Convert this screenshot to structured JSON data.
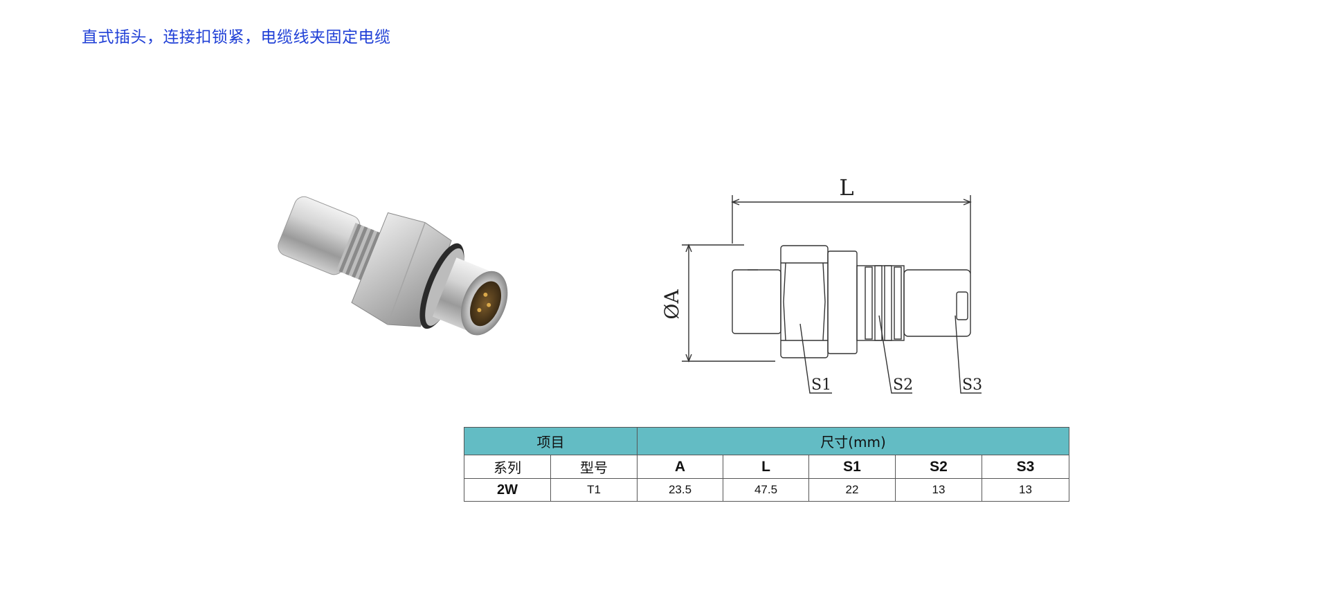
{
  "page": {
    "title": "直式插头，连接扣锁紧，电缆线夹固定电缆"
  },
  "drawing": {
    "label_length": "L",
    "label_diameter": "ØA",
    "label_s1": "S1",
    "label_s2": "S2",
    "label_s3": "S3"
  },
  "table": {
    "header_item": "项目",
    "header_dimension": "尺寸(mm)",
    "col_series": "系列",
    "col_model": "型号",
    "col_a": "A",
    "col_l": "L",
    "col_s1": "S1",
    "col_s2": "S2",
    "col_s3": "S3",
    "rows": [
      {
        "series": "2W",
        "model": "T1",
        "a": "23.5",
        "l": "47.5",
        "s1": "22",
        "s2": "13",
        "s3": "13"
      }
    ]
  },
  "colors": {
    "title": "#1f3fd6",
    "table_header_bg": "#63bcc4"
  }
}
